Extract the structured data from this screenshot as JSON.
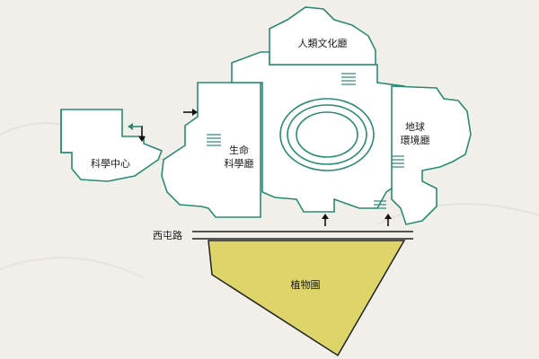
{
  "areas": {
    "anthropology": {
      "label": "人類文化廳",
      "color": "#c9a27f"
    },
    "science_center": {
      "label": "科學中心",
      "color": "#dbeec2"
    },
    "life_science_line1": "生命",
    "life_science_line2": "科學廳",
    "life_science_color": "#e2e2e2",
    "earth_line1": "地球",
    "earth_line2": "環境廳",
    "earth_color": "#d9efea",
    "botanical_garden": {
      "label": "植物園",
      "color": "#ddd56a"
    }
  },
  "road": {
    "label": "西屯路"
  },
  "colors": {
    "wall": "#2a8a73",
    "accent_arrow": "#2a8a73",
    "arrow": "#111111"
  }
}
